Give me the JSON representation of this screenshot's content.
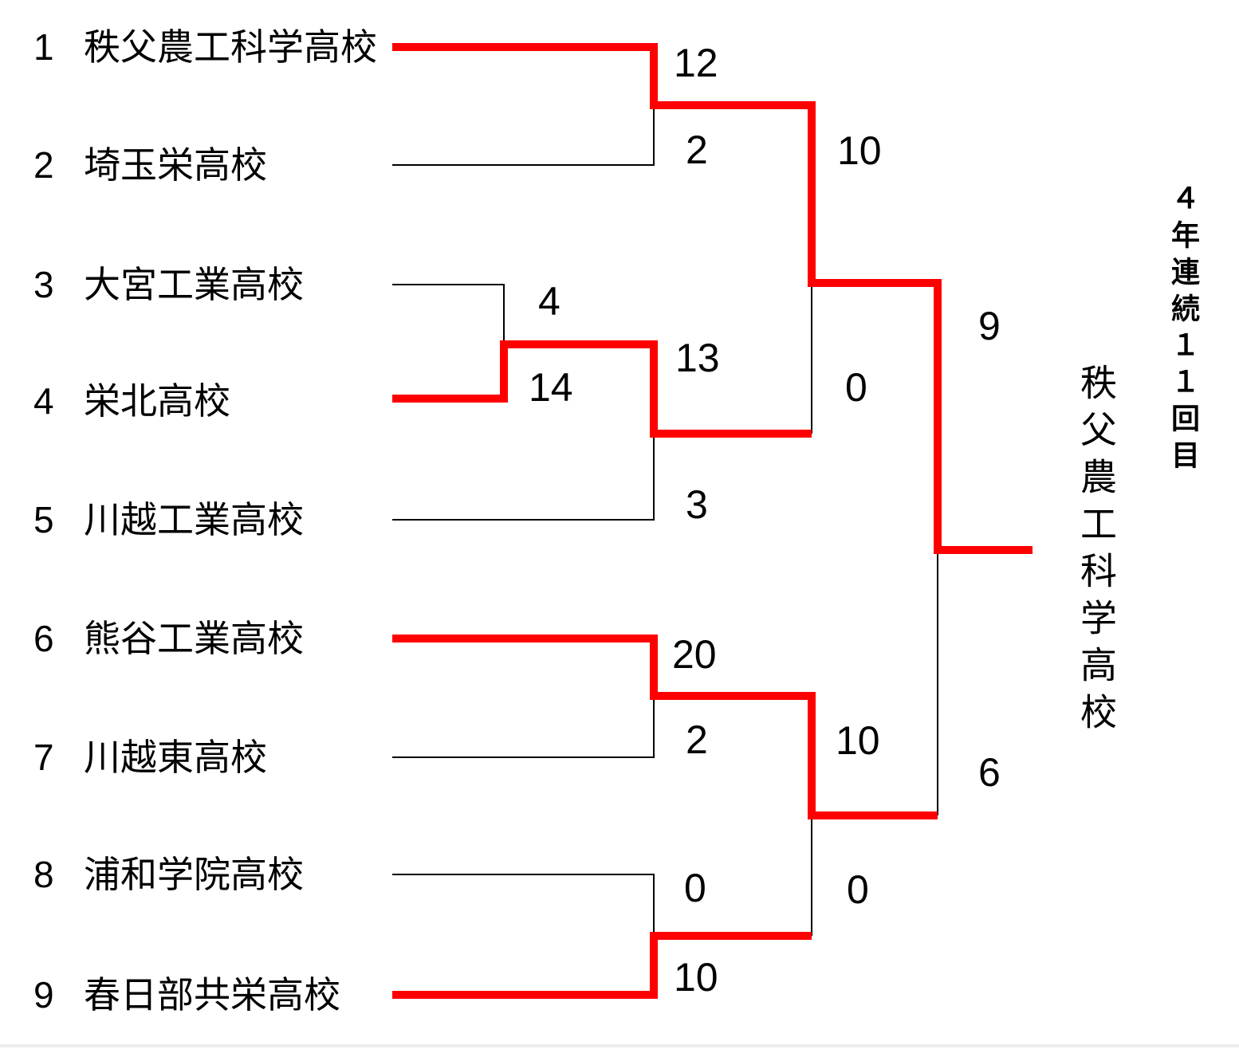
{
  "diagram": {
    "type": "tournament-bracket",
    "colors": {
      "winner_path": "#ff0000",
      "line": "#000000",
      "text": "#000000",
      "footer_rule": "#ededed"
    },
    "champion": {
      "name": "秩父農工科学高校",
      "note": "４年連続１１回目"
    }
  },
  "teams": [
    {
      "seed": "1",
      "name": "秩父農工科学高校"
    },
    {
      "seed": "2",
      "name": "埼玉栄高校"
    },
    {
      "seed": "3",
      "name": "大宮工業高校"
    },
    {
      "seed": "4",
      "name": "栄北高校"
    },
    {
      "seed": "5",
      "name": "川越工業高校"
    },
    {
      "seed": "6",
      "name": "熊谷工業高校"
    },
    {
      "seed": "7",
      "name": "川越東高校"
    },
    {
      "seed": "8",
      "name": "浦和学院高校"
    },
    {
      "seed": "9",
      "name": "春日部共栄高校"
    }
  ],
  "scores": {
    "r1_winner": "14",
    "r1_loser": "4",
    "qf1_winner": "12",
    "qf1_loser": "2",
    "qf2_winner": "13",
    "qf2_loser": "3",
    "qf3_winner": "20",
    "qf3_loser": "2",
    "qf4_winner": "10",
    "qf4_loser": "0",
    "sf1_winner": "10",
    "sf1_loser": "0",
    "sf2_winner": "10",
    "sf2_loser": "0",
    "final_winner": "9",
    "final_loser": "6"
  },
  "matches": [
    {
      "round": 1,
      "team_a": "大宮工業高校",
      "score_a": 4,
      "team_b": "栄北高校",
      "score_b": 14,
      "winner": "栄北高校"
    },
    {
      "round": 2,
      "team_a": "秩父農工科学高校",
      "score_a": 12,
      "team_b": "埼玉栄高校",
      "score_b": 2,
      "winner": "秩父農工科学高校"
    },
    {
      "round": 2,
      "team_a": "栄北高校",
      "score_a": 13,
      "team_b": "川越工業高校",
      "score_b": 3,
      "winner": "栄北高校"
    },
    {
      "round": 2,
      "team_a": "熊谷工業高校",
      "score_a": 20,
      "team_b": "川越東高校",
      "score_b": 2,
      "winner": "熊谷工業高校"
    },
    {
      "round": 2,
      "team_a": "浦和学院高校",
      "score_a": 0,
      "team_b": "春日部共栄高校",
      "score_b": 10,
      "winner": "春日部共栄高校"
    },
    {
      "round": 3,
      "team_a": "秩父農工科学高校",
      "score_a": 10,
      "team_b": "栄北高校",
      "score_b": 0,
      "winner": "秩父農工科学高校"
    },
    {
      "round": 3,
      "team_a": "熊谷工業高校",
      "score_a": 10,
      "team_b": "春日部共栄高校",
      "score_b": 0,
      "winner": "熊谷工業高校"
    },
    {
      "round": 4,
      "team_a": "秩父農工科学高校",
      "score_a": 9,
      "team_b": "熊谷工業高校",
      "score_b": 6,
      "winner": "秩父農工科学高校"
    }
  ]
}
